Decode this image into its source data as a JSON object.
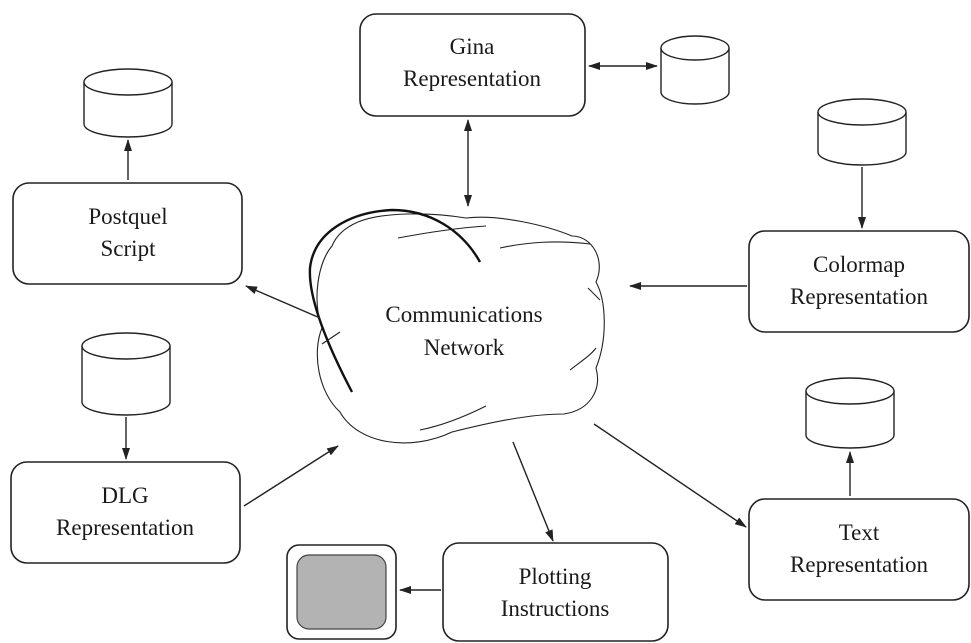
{
  "nodes": {
    "gina": {
      "line1": "Gina",
      "line2": "Representation"
    },
    "postquel": {
      "line1": "Postquel",
      "line2": "Script"
    },
    "colormap": {
      "line1": "Colormap",
      "line2": "Representation"
    },
    "network": {
      "line1": "Communications",
      "line2": "Network"
    },
    "dlg": {
      "line1": "DLG",
      "line2": "Representation"
    },
    "text": {
      "line1": "Text",
      "line2": "Representation"
    },
    "plotting": {
      "line1": "Plotting",
      "line2": "Instructions"
    }
  },
  "icons": {
    "database": "database-cylinder-icon",
    "display": "display-screen-icon"
  },
  "colors": {
    "stroke": "#222222",
    "screen_fill": "#b3b3b3"
  }
}
